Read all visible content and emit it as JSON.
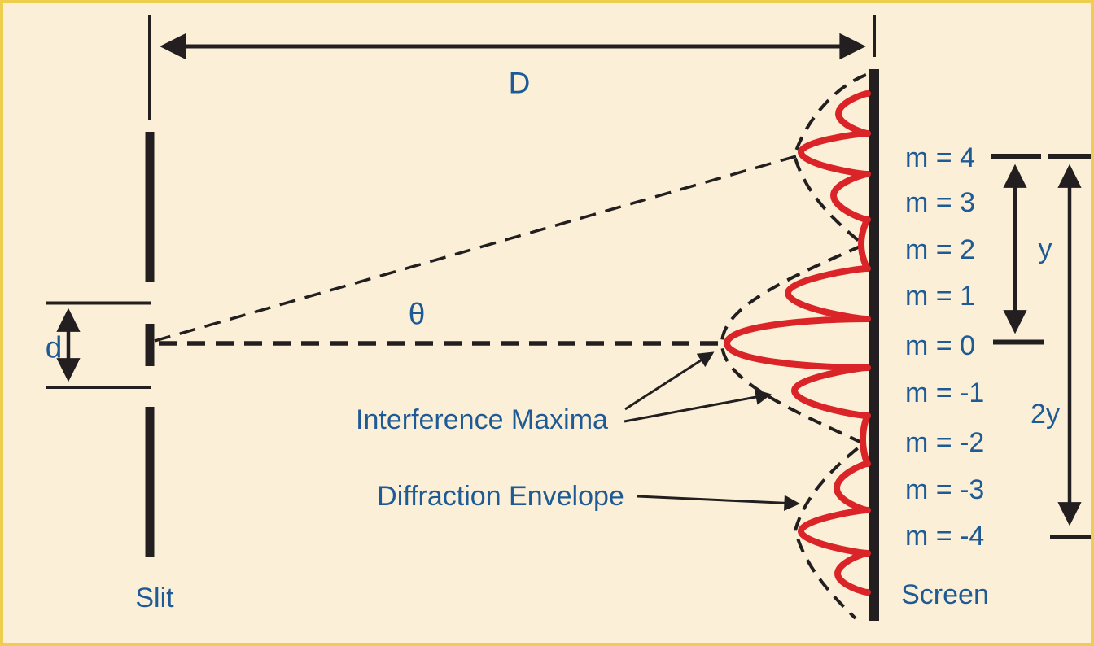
{
  "figure": {
    "description": "Double-slit interference pattern with diffraction envelope projected on a screen"
  },
  "colors": {
    "background": "#FBF0D7",
    "border": "#EECD4F",
    "label_blue": "#1E5A96",
    "line_black": "#231F20",
    "wave_red": "#DB2428"
  },
  "labels": {
    "slit_to_screen_distance": "D",
    "angle_theta": "θ",
    "slit_separation": "d",
    "slit": "Slit",
    "screen": "Screen",
    "interference_maxima": "Interference Maxima",
    "diffraction_envelope": "Diffraction Envelope",
    "fringe_distance_y": "y",
    "fringe_distance_2y": "2y"
  },
  "orders": [
    {
      "label": "m = 4"
    },
    {
      "label": "m = 3"
    },
    {
      "label": "m = 2"
    },
    {
      "label": "m = 1"
    },
    {
      "label": "m = 0"
    },
    {
      "label": "m = -1"
    },
    {
      "label": "m = -2"
    },
    {
      "label": "m = -3"
    },
    {
      "label": "m = -4"
    }
  ]
}
